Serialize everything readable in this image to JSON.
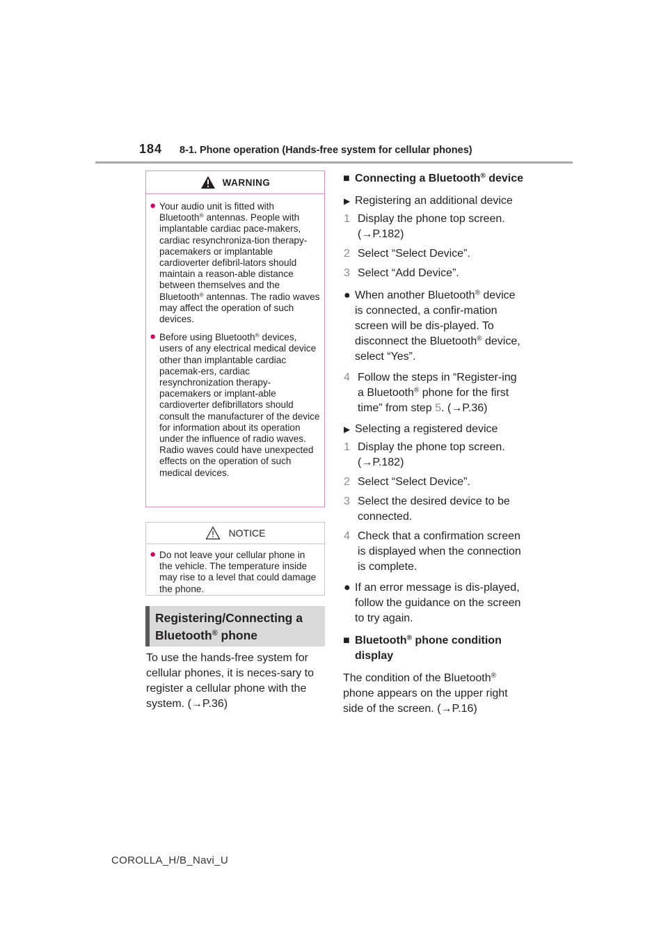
{
  "header": {
    "page_number": "184",
    "title": "8-1. Phone operation (Hands-free system for cellular phones)"
  },
  "warning": {
    "label": "WARNING",
    "item1": {
      "t1": "Your audio unit is fitted with Bluetooth",
      "t2": " antennas. People with implantable cardiac pace-makers, cardiac resynchroniza-tion therapy-pacemakers or implantable cardioverter defibril-lators should maintain a reason-able distance between themselves and the Bluetooth",
      "t3": " antennas. The radio waves may affect the operation of such devices."
    },
    "item2": {
      "t1": "Before using Bluetooth",
      "t2": " devices, users of any electrical medical device other than implantable cardiac pacemak-ers, cardiac resynchronization therapy-pacemakers or implant-able cardioverter defibrillators should consult the manufacturer of the device for information about its operation under the influence of radio waves. Radio waves could have unexpected effects on the operation of such medical devices."
    }
  },
  "notice": {
    "label": "NOTICE",
    "item1": "Do not leave your cellular phone in the vehicle. The temperature inside may rise to a level that could damage the phone."
  },
  "section": {
    "t1": "Registering/Connecting a Bluetooth",
    "t2": " phone"
  },
  "left_para": "To use the hands-free system for cellular phones, it is neces-sary to register a cellular phone with the system. (→P.36)",
  "reg_mark": "®",
  "right": {
    "h1": {
      "t1": "Connecting a Bluetooth",
      "t2": " device"
    },
    "sub1": "Registering an additional device",
    "s1": {
      "num": "1",
      "text": "Display the phone top screen. (→P.182)"
    },
    "s2": {
      "num": "2",
      "text": "Select “Select Device”."
    },
    "s3": {
      "num": "3",
      "text": "Select “Add Device”."
    },
    "b1": {
      "t1": "When another Bluetooth",
      "t2": " device is connected, a confir-mation screen will be dis-played. To disconnect the Bluetooth",
      "t3": " device, select “Yes”."
    },
    "s4": {
      "num": "4",
      "t1": "Follow the steps in “Register-ing a Bluetooth",
      "t2": " phone for the first time” from step ",
      "step_ref": "5",
      "t3": ". (→P.36)"
    },
    "sub2": "Selecting a registered device",
    "s5": {
      "num": "1",
      "text": "Display the phone top screen. (→P.182)"
    },
    "s6": {
      "num": "2",
      "text": "Select “Select Device”."
    },
    "s7": {
      "num": "3",
      "text": "Select the desired device to be connected."
    },
    "s8": {
      "num": "4",
      "text": "Check that a confirmation screen is displayed when the connection is complete."
    },
    "b2": "If an error message is dis-played, follow the guidance on the screen to try again.",
    "h2": {
      "t1": "Bluetooth",
      "t2": " phone condition display"
    },
    "para": {
      "t1": "The condition of the Bluetooth",
      "t2": " phone appears on the upper right side of the screen. (→P.16)"
    }
  },
  "footer": "COROLLA_H/B_Navi_U",
  "icons": {
    "warning": "warning-triangle-icon",
    "notice": "caution-triangle-icon"
  },
  "colors": {
    "warning_border": "#e68bbb",
    "bullet": "#d5006d",
    "step_number": "#8a8c8e",
    "heading_bg": "#d9d9d9"
  }
}
